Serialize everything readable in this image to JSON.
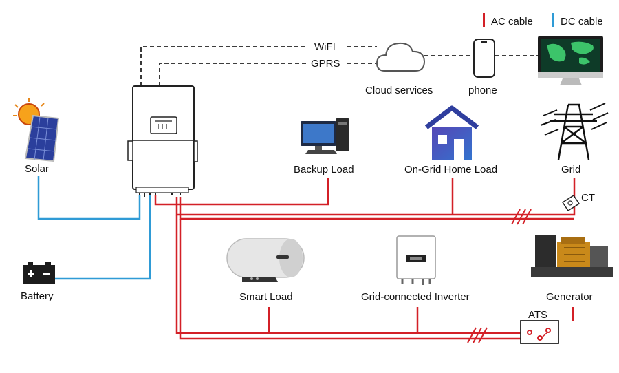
{
  "legend": {
    "ac_label": "AC cable",
    "dc_label": "DC cable",
    "ac_color": "#d32027",
    "dc_color": "#2f9bd6"
  },
  "communication": {
    "wifi_label": "WiFI",
    "gprs_label": "GPRS",
    "cloud_label": "Cloud services",
    "phone_label": "phone"
  },
  "components": {
    "solar": "Solar",
    "battery": "Battery",
    "backup_load": "Backup Load",
    "home_load": "On-Grid Home Load",
    "grid": "Grid",
    "ct": "CT",
    "smart_load": "Smart Load",
    "grid_inverter": "Grid-connected Inverter",
    "generator": "Generator",
    "ats": "ATS"
  },
  "icons": {
    "solar": "solar-panel-icon",
    "battery": "battery-icon",
    "backup_load": "desktop-computer-icon",
    "home_load": "house-icon",
    "grid": "transmission-tower-icon",
    "smart_load": "water-heater-icon",
    "grid_inverter": "inverter-icon",
    "generator": "diesel-generator-icon",
    "cloud": "cloud-icon",
    "phone": "smartphone-icon",
    "monitor": "monitor-icon",
    "ct": "current-transformer-icon"
  }
}
